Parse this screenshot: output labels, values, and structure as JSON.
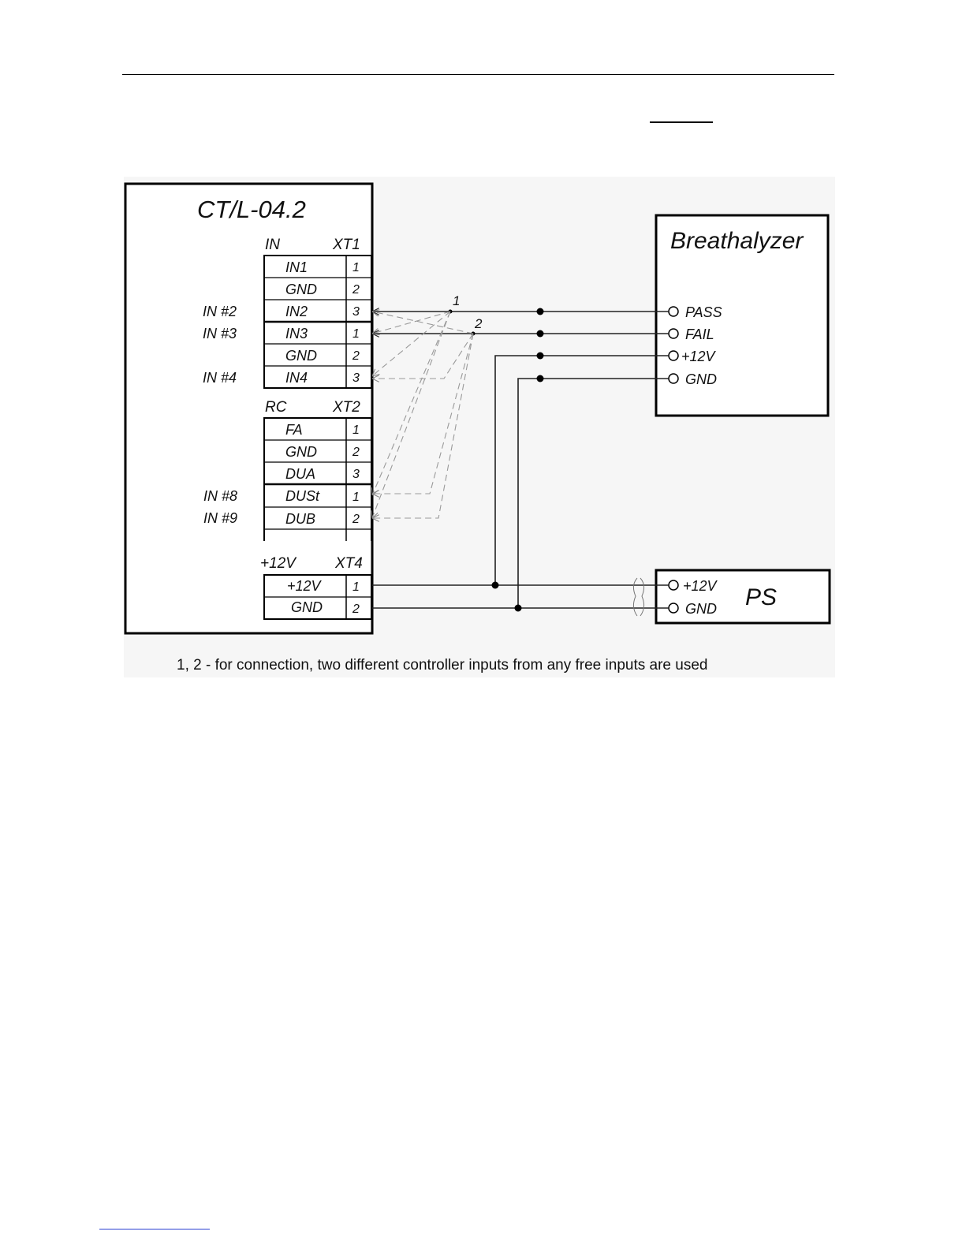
{
  "controller": {
    "title": "CT/L-04.2",
    "blocks": [
      {
        "group_label": "IN",
        "connector": "XT1",
        "rows": [
          {
            "side": "",
            "name": "IN1",
            "pin": "1"
          },
          {
            "side": "",
            "name": "GND",
            "pin": "2"
          },
          {
            "side": "IN #2",
            "name": "IN2",
            "pin": "3"
          },
          {
            "side": "IN #3",
            "name": "IN3",
            "pin": "1"
          },
          {
            "side": "",
            "name": "GND",
            "pin": "2"
          },
          {
            "side": "IN #4",
            "name": "IN4",
            "pin": "3"
          }
        ]
      },
      {
        "group_label": "RC",
        "connector": "XT2",
        "rows": [
          {
            "side": "",
            "name": "FA",
            "pin": "1"
          },
          {
            "side": "",
            "name": "GND",
            "pin": "2"
          },
          {
            "side": "",
            "name": "DUA",
            "pin": "3"
          },
          {
            "side": "IN #8",
            "name": "DUSt",
            "pin": "1"
          },
          {
            "side": "IN #9",
            "name": "DUB",
            "pin": "2"
          },
          {
            "side": "",
            "name": "",
            "pin": ""
          }
        ]
      },
      {
        "group_label": "+12V",
        "connector": "XT4",
        "rows": [
          {
            "side": "",
            "name": "+12V",
            "pin": "1"
          },
          {
            "side": "",
            "name": "GND",
            "pin": "2"
          }
        ]
      }
    ]
  },
  "breathalyzer": {
    "title": "Breathalyzer",
    "terminals": [
      "PASS",
      "FAIL",
      "+12V",
      "GND"
    ]
  },
  "power_supply": {
    "title": "PS",
    "terminals": [
      "+12V",
      "GND"
    ]
  },
  "junction_labels": [
    "1",
    "2"
  ],
  "note": "1, 2 - for connection, two different controller inputs from any free inputs are used"
}
